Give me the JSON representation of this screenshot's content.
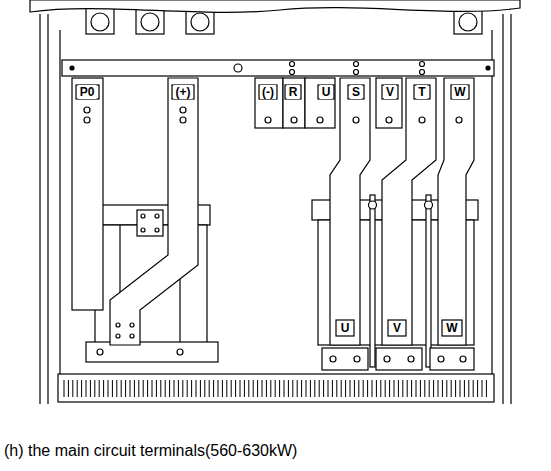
{
  "diagram": {
    "caption": "(h) the main circuit terminals(560-630kW)",
    "labels": [
      "P0",
      "(+)",
      "(-)",
      "R",
      "U",
      "S",
      "V",
      "T",
      "W",
      "U",
      "V",
      "W"
    ]
  }
}
